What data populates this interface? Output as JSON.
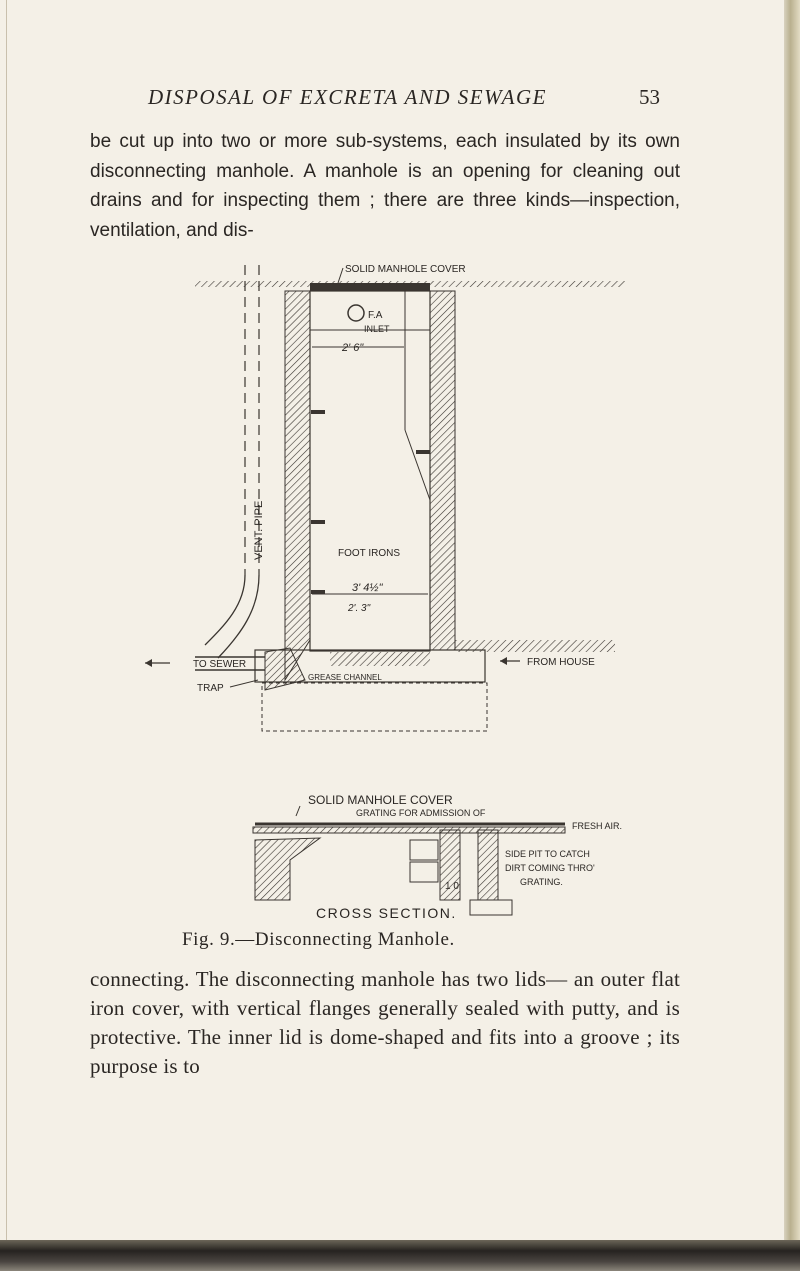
{
  "running_head": "DISPOSAL OF EXCRETA AND SEWAGE",
  "page_number": "53",
  "paragraph_top": "be cut up into two or more sub-systems, each insulated by its own disconnecting manhole. A manhole is an opening for cleaning out drains and for inspecting them ; there are three kinds—inspection, ventilation, and dis-",
  "figure": {
    "top_labels": {
      "solid_cover": "SOLID MANHOLE COVER",
      "fa": "F.A",
      "inlet": "INLET",
      "dim_top": "2' 6\"",
      "foot_irons": "FOOT IRONS",
      "dim_mid": "3' 4½\"",
      "dim_mid2": "2'. 3\"",
      "vent_pipe": "VENT. PIPE",
      "to_sewer": "TO SEWER",
      "trap": "TRAP",
      "from_house": "FROM HOUSE",
      "grease_channel": "GREASE CHANNEL"
    },
    "cross_labels": {
      "solid_cover": "SOLID MANHOLE COVER",
      "grating": "GRATING FOR ADMISSION OF",
      "fresh_air": "FRESH AIR.",
      "side_pit_1": "SIDE PIT TO CATCH",
      "side_pit_2": "DIRT COMING THRO'",
      "side_pit_3": "GRATING.",
      "dim_10": "1 0",
      "section_title": "CROSS SECTION."
    },
    "caption": "Fig. 9.—Disconnecting Manhole."
  },
  "paragraph_bottom": "connecting. The disconnecting manhole has two lids— an outer flat iron cover, with vertical flanges generally sealed with putty, and is protective. The inner lid is dome-shaped and fits into a groove ; its purpose is to"
}
